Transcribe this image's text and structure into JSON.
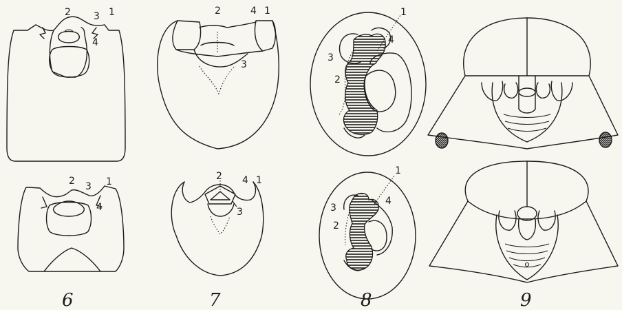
{
  "figures": [
    {
      "number": "6",
      "labels": {
        "a": "1",
        "b": "2",
        "c": "3",
        "d": "4"
      }
    },
    {
      "number": "7",
      "labels": {
        "a": "1",
        "b": "2",
        "c": "3",
        "d": "4"
      }
    },
    {
      "number": "8",
      "labels": {
        "a": "1",
        "b": "2",
        "c": "3",
        "d": "4"
      }
    },
    {
      "number": "9"
    }
  ],
  "colors": {
    "ink": "#1c1c1c",
    "paper": "#f7f6ef"
  },
  "fills": {
    "figure8": "horizontal-hatching",
    "figure9_spots": "cross-hatching"
  }
}
